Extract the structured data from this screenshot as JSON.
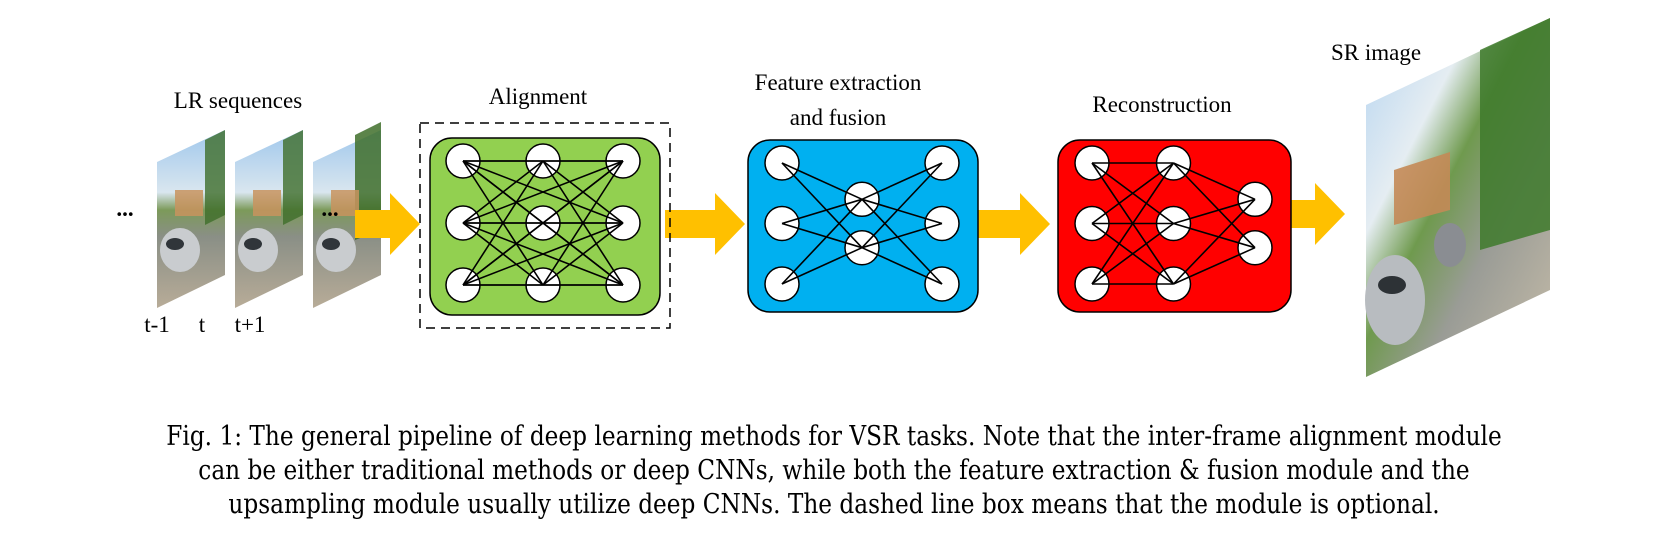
{
  "figure": {
    "labels": {
      "lr_sequences": "LR sequences",
      "alignment": "Alignment",
      "feature_line1": "Feature extraction",
      "feature_line2": "and fusion",
      "reconstruction": "Reconstruction",
      "sr_image": "SR image",
      "ellipsis_left": "...",
      "ellipsis_right": "...",
      "frame_labels": [
        "t-1",
        "t",
        "t+1"
      ]
    },
    "modules": [
      {
        "name": "alignment",
        "color": "#92D050",
        "optional": true,
        "layers": [
          3,
          3,
          3
        ]
      },
      {
        "name": "feature-extraction-fusion",
        "color": "#00B0F0",
        "optional": false,
        "layers": [
          3,
          2,
          3
        ]
      },
      {
        "name": "reconstruction",
        "color": "#FF0000",
        "optional": false,
        "layers": [
          3,
          3,
          2
        ]
      }
    ],
    "arrow_color": "#FFC000"
  },
  "caption": {
    "lines": [
      "Fig. 1: The general pipeline of deep learning methods for VSR tasks. Note that the inter-frame alignment module",
      "can be either traditional methods or deep CNNs, while both the feature extraction & fusion module and the",
      "upsampling module usually utilize deep CNNs. The dashed line box means that the module is optional."
    ]
  }
}
